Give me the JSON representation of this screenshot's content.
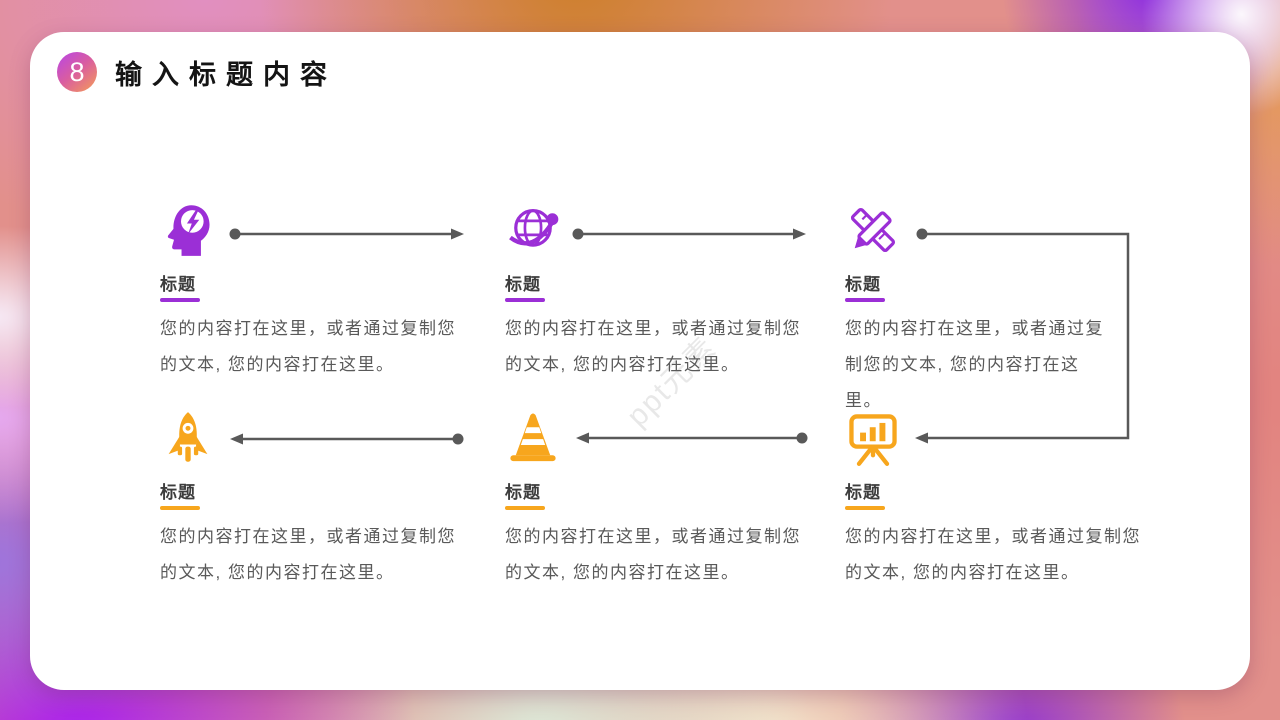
{
  "slide": {
    "badge_number": "8",
    "title": "输入标题内容",
    "watermark": "ppt元素"
  },
  "items": [
    {
      "icon": "head-lightning-icon",
      "accent": "purple",
      "title": "标题",
      "body": "您的内容打在这里，或者通过复制您的文本, 您的内容打在这里。"
    },
    {
      "icon": "globe-orbit-icon",
      "accent": "purple",
      "title": "标题",
      "body": "您的内容打在这里，或者通过复制您的文本, 您的内容打在这里。"
    },
    {
      "icon": "pencil-ruler-icon",
      "accent": "purple",
      "title": "标题",
      "body": "您的内容打在这里，或者通过复制您的文本, 您的内容打在这里。"
    },
    {
      "icon": "rocket-icon",
      "accent": "orange",
      "title": "标题",
      "body": "您的内容打在这里，或者通过复制您的文本, 您的内容打在这里。"
    },
    {
      "icon": "traffic-cone-icon",
      "accent": "orange",
      "title": "标题",
      "body": "您的内容打在这里，或者通过复制您的文本, 您的内容打在这里。"
    },
    {
      "icon": "presentation-chart-icon",
      "accent": "orange",
      "title": "标题",
      "body": "您的内容打在这里，或者通过复制您的文本, 您的内容打在这里。"
    }
  ],
  "flow": {
    "direction": "item1 → item2 → item3 → item6 → item5 → item4"
  },
  "colors": {
    "accent_purple": "#9b2fd6",
    "accent_orange": "#f7a61d",
    "arrow_gray": "#595959",
    "title_black": "#141414",
    "body_gray": "#595959",
    "badge_gradient_start": "#b845e8",
    "badge_gradient_end": "#f59e56"
  }
}
